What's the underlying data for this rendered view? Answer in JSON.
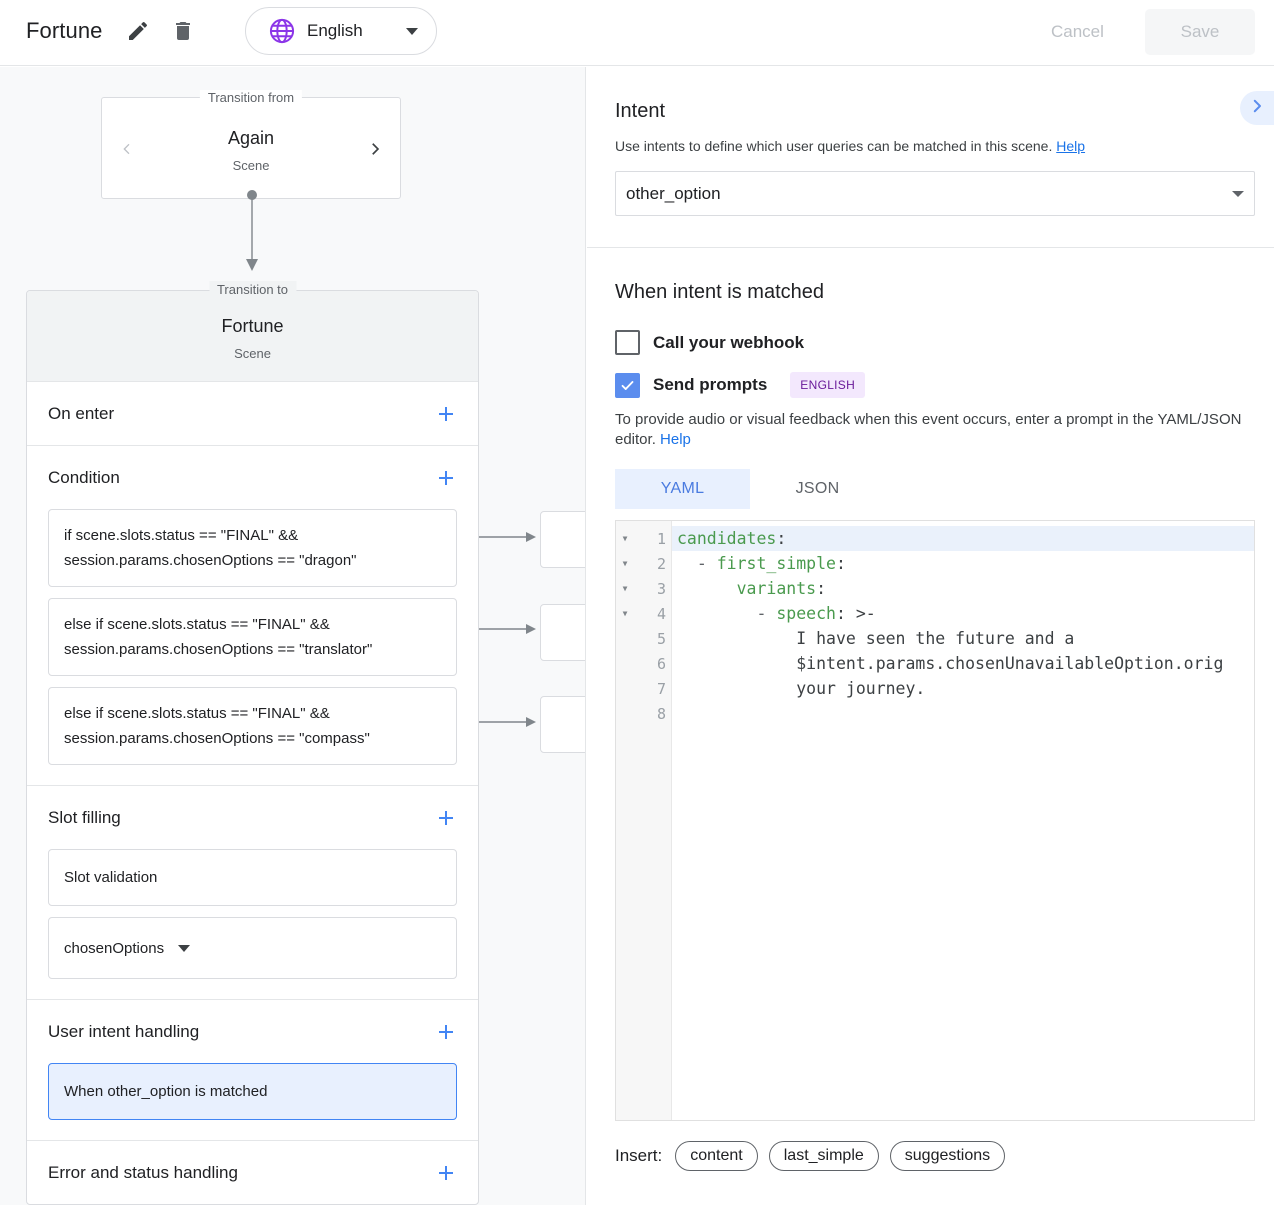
{
  "topbar": {
    "app_title": "Fortune",
    "edit_icon": "pencil-icon",
    "delete_icon": "trash-icon",
    "language": "English",
    "globe_icon": "globe-icon",
    "cancel_label": "Cancel",
    "save_label": "Save"
  },
  "left": {
    "transition_from": {
      "legend": "Transition from",
      "name": "Again",
      "subtitle": "Scene",
      "prev_icon": "chevron-left-icon",
      "next_icon": "chevron-right-icon"
    },
    "transition_to": {
      "legend": "Transition to",
      "name": "Fortune",
      "subtitle": "Scene"
    },
    "sections": [
      {
        "title": "On enter",
        "add_icon": "plus-icon"
      },
      {
        "title": "Condition",
        "add_icon": "plus-icon"
      },
      {
        "title": "Slot filling",
        "add_icon": "plus-icon"
      },
      {
        "title": "User intent handling",
        "add_icon": "plus-icon"
      },
      {
        "title": "Error and status handling",
        "add_icon": "plus-icon"
      }
    ],
    "conditions": [
      "if scene.slots.status == \"FINAL\" && session.params.chosenOptions == \"dragon\"",
      "else if scene.slots.status == \"FINAL\" && session.params.chosenOptions == \"translator\"",
      "else if scene.slots.status == \"FINAL\" && session.params.chosenOptions == \"compass\""
    ],
    "slot_filling": {
      "validation_label": "Slot validation",
      "slot_name": "chosenOptions"
    },
    "user_intent_handling": {
      "item": "When other_option is matched"
    }
  },
  "right": {
    "expand_icon": "chevron-right-icon",
    "intent": {
      "title": "Intent",
      "description": "Use intents to define which user queries can be matched in this scene.",
      "help_label": "Help",
      "selected": "other_option",
      "caret_icon": "chevron-down-icon"
    },
    "matched": {
      "title": "When intent is matched",
      "webhook_label": "Call your webhook",
      "webhook_checked": false,
      "prompts_label": "Send prompts",
      "prompts_checked": true,
      "language_badge": "ENGLISH",
      "hint": "To provide audio or visual feedback when this event occurs, enter a prompt in the YAML/JSON editor.",
      "hint_help_label": "Help"
    },
    "editor": {
      "tabs": [
        {
          "label": "YAML",
          "active": true
        },
        {
          "label": "JSON",
          "active": false
        }
      ],
      "lines": [
        {
          "n": "1",
          "fold": true,
          "highlight": true,
          "indent": "",
          "key": "candidates",
          "colon": ":",
          "rest": ""
        },
        {
          "n": "2",
          "fold": true,
          "highlight": false,
          "indent": "  ",
          "dash": "- ",
          "key": "first_simple",
          "colon": ":",
          "rest": ""
        },
        {
          "n": "3",
          "fold": true,
          "highlight": false,
          "indent": "      ",
          "key": "variants",
          "colon": ":",
          "rest": ""
        },
        {
          "n": "4",
          "fold": true,
          "highlight": false,
          "indent": "        ",
          "dash": "- ",
          "key": "speech",
          "colon": ":",
          "rest": " >-"
        },
        {
          "n": "5",
          "fold": false,
          "highlight": false,
          "indent": "            ",
          "plain": "I have seen the future and a"
        },
        {
          "n": "6",
          "fold": false,
          "highlight": false,
          "indent": "            ",
          "plain": "$intent.params.chosenUnavailableOption.orig"
        },
        {
          "n": "7",
          "fold": false,
          "highlight": false,
          "indent": "            ",
          "plain": "your journey."
        },
        {
          "n": "8",
          "fold": false,
          "highlight": false,
          "indent": "",
          "plain": ""
        }
      ]
    },
    "insert": {
      "label": "Insert:",
      "chips": [
        "content",
        "last_simple",
        "suggestions"
      ]
    }
  },
  "colors": {
    "accent_blue": "#4285f4",
    "link_blue": "#1a73e8",
    "selected_bg": "#e8f0fe",
    "badge_purple": "#7b2ff7",
    "yaml_key_green": "#4a9a4e",
    "left_bg": "#f8f9fa"
  }
}
